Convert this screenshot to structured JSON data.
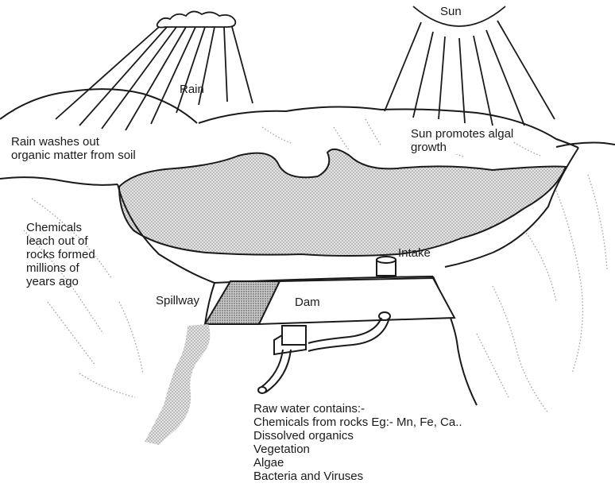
{
  "labels": {
    "sun": "Sun",
    "rain": "Rain",
    "rain_washes": [
      "Rain washes out",
      "organic matter from soil"
    ],
    "sun_promotes": [
      "Sun promotes algal",
      "growth"
    ],
    "chemicals": [
      "Chemicals",
      "leach out of",
      "rocks formed",
      "millions of",
      "years ago"
    ],
    "intake": "Intake",
    "spillway": "Spillway",
    "dam": "Dam",
    "raw_water": [
      "Raw water contains:-",
      "Chemicals from rocks Eg:- Mn, Fe, Ca..",
      "Dissolved organics",
      "Vegetation",
      "Algae",
      "Bacteria and Viruses"
    ]
  },
  "colors": {
    "line": "#1a1a1a",
    "water_fill": "#d6d6d6",
    "stipple": "#9a9a9a"
  }
}
